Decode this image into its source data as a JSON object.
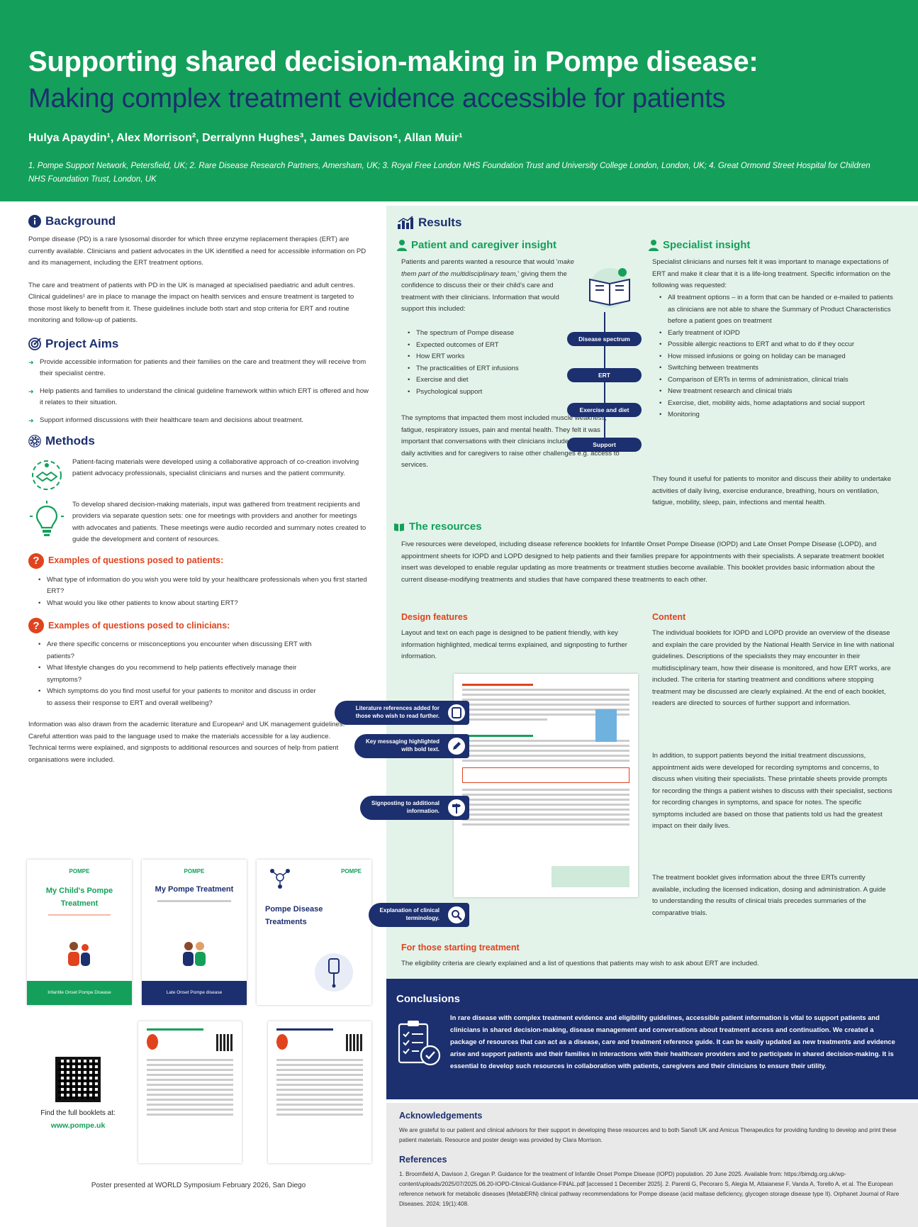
{
  "header": {
    "title_line1": "Supporting shared decision-making in Pompe disease:",
    "title_line2": "Making complex treatment evidence accessible for patients",
    "authors": "Hulya Apaydin¹, Alex Morrison², Derralynn Hughes³, James Davison⁴, Allan Muir¹",
    "affiliations": "1. Pompe Support Network, Petersfield, UK; 2. Rare Disease Research Partners, Amersham, UK; 3. Royal Free London NHS Foundation Trust and University College London, London, UK; 4. Great Ormond Street Hospital for Children NHS Foundation Trust, London, UK"
  },
  "background": {
    "title": "Background",
    "p1": "Pompe disease (PD) is a rare lysosomal disorder for which three enzyme replacement therapies (ERT) are currently available. Clinicians and patient advocates in the UK identified a need for accessible information on PD and its management, including the ERT treatment options.",
    "p2": "The care and treatment of patients with PD in the UK is managed at specialised paediatric and adult centres. Clinical guidelines¹ are in place to manage the impact on health services and ensure treatment is targeted to those most likely to benefit from it. These guidelines include both start and stop criteria for ERT and routine monitoring and follow-up of patients."
  },
  "aims": {
    "title": "Project Aims",
    "items": [
      "Provide accessible information for patients and their families on the care and treatment they will receive from their specialist centre.",
      "Help patients and families to understand the clinical guideline framework within which ERT is offered and how it relates to their situation.",
      "Support informed discussions with their healthcare team and decisions about treatment."
    ]
  },
  "methods": {
    "title": "Methods",
    "p1": "Patient-facing materials were developed using a collaborative approach of co-creation involving patient advocacy professionals, specialist clinicians and nurses and the patient community.",
    "p2": "To develop shared decision-making materials, input was gathered from treatment recipients and providers via separate question sets: one for meetings with providers and another for meetings with advocates and patients. These meetings were audio recorded and summary notes created to guide the development and content of resources."
  },
  "questions_patients": {
    "title": "Examples of questions posed to patients:",
    "items": [
      "What type of information do you wish you were told by your healthcare professionals when you first started ERT?",
      "What would you like other patients to know about starting ERT?"
    ]
  },
  "questions_clinicians": {
    "title": "Examples of questions posed to clinicians:",
    "items": [
      "Are there specific concerns or misconceptions you encounter when discussing ERT with patients?",
      "What lifestyle changes do you recommend to help patients effectively manage their symptoms?",
      "Which symptoms do you find most useful for your patients to monitor and discuss in order to assess their response to ERT and overall wellbeing?"
    ]
  },
  "info_drawn": "Information was also drawn from the academic literature and European² and UK management guidelines.¹ Careful attention was paid to the language used to make the materials accessible for a lay audience. Technical terms were explained, and signposts to additional resources and sources of help from patient organisations were included.",
  "booklets": {
    "b1_logo": "POMPE",
    "b1_title": "My Child's Pompe Treatment",
    "b1_band": "Infantile Onset Pompe Disease",
    "b2_logo": "POMPE",
    "b2_title": "My Pompe Treatment",
    "b2_band": "Late Onset Pompe disease",
    "b3_logo": "POMPE",
    "b3_title": "Pompe Disease Treatments"
  },
  "find": {
    "label": "Find the full booklets at:",
    "url": "www.pompe.uk"
  },
  "presented": "Poster presented at WORLD Symposium February 2026, San Diego",
  "results": {
    "title": "Results",
    "patient_title": "Patient and caregiver insight",
    "patient_p1_pre": "Patients and parents wanted a resource that would '",
    "patient_p1_em": "make them part of the multidisciplinary team,",
    "patient_p1_post": "' giving them the confidence to discuss their or their child's care and treatment with their clinicians. Information that would support this included:",
    "patient_items": [
      "The spectrum of Pompe disease",
      "Expected outcomes of ERT",
      "How ERT works",
      "The practicalities of ERT infusions",
      "Exercise and diet",
      "Psychological support"
    ],
    "patient_p2": "The symptoms that impacted them most included muscle weakness, fatigue, respiratory issues, pain and mental health. They felt it was important that conversations with their clinicians included impacts on their daily activities and for caregivers to raise other challenges e.g. access to services.",
    "pills": [
      "Disease spectrum",
      "ERT",
      "Exercise and diet",
      "Support"
    ],
    "specialist_title": "Specialist insight",
    "specialist_p1": "Specialist clinicians and nurses felt it was important to manage expectations of ERT and make it clear that it is a life-long treatment. Specific information on the following was requested:",
    "specialist_items": [
      "All treatment options – in a form that can be handed or e-mailed to patients as clinicians are not able to share the Summary of Product Characteristics before a patient goes on treatment",
      "Early treatment of IOPD",
      "Possible allergic reactions to ERT and what to do if they occur",
      "How missed infusions or going on holiday can be managed",
      "Switching between treatments",
      "Comparison of ERTs in terms of administration, clinical trials",
      "New treatment research and clinical trials",
      "Exercise, diet, mobility aids, home adaptations and social support",
      "Monitoring"
    ],
    "specialist_p2": "They found it useful for patients to monitor and discuss their ability to undertake activities of daily living, exercise endurance, breathing, hours on ventilation, fatigue, mobility, sleep, pain, infections and mental health."
  },
  "resources": {
    "title": "The resources",
    "p1": "Five resources were developed, including disease reference booklets for Infantile Onset Pompe Disease (IOPD) and Late Onset Pompe Disease (LOPD), and appointment sheets for IOPD and LOPD designed to help patients and their families prepare for appointments with their specialists. A separate treatment booklet insert was developed to enable regular updating as more treatments or treatment studies become available. This booklet provides basic information about the current disease-modifying treatments and studies that have compared these treatments to each other.",
    "design_title": "Design features",
    "design_text": "Layout and text on each page is designed to be patient friendly, with key information highlighted, medical terms explained, and signposting to further information.",
    "content_title": "Content",
    "content_p1": "The individual booklets for IOPD and LOPD provide an overview of the disease and explain the care provided by the National Health Service in line with national guidelines. Descriptions of the specialists they may encounter in their multidisciplinary team, how their disease is monitored, and how ERT works, are included. The criteria for starting treatment and conditions where stopping treatment may be discussed are clearly explained. At the end of each booklet, readers are directed to sources of further support and information.",
    "content_p2": "In addition, to support patients beyond the initial treatment discussions, appointment aids were developed for recording symptoms and concerns, to discuss when visiting their specialists. These printable sheets provide prompts for recording the things a patient wishes to discuss with their specialist, sections for recording changes in symptoms, and space for notes. The specific symptoms included are based on those that patients told us had the greatest impact on their daily lives.",
    "content_p3": "The treatment booklet gives information about the three ERTs currently available, including the licensed indication, dosing and administration. A guide to understanding the results of clinical trials precedes summaries of the comparative trials.",
    "callouts": [
      "Literature references added for those who wish to read further.",
      "Key messaging highlighted with bold text.",
      "Signposting to additional information.",
      "Explanation of clinical terminology."
    ],
    "starting_title": "For those starting treatment",
    "starting_text": "The eligibility criteria are clearly explained and a list of questions that patients may wish to ask about ERT are included."
  },
  "conclusions": {
    "title": "Conclusions",
    "text": "In rare disease with complex treatment evidence and eligibility guidelines, accessible patient information is vital to support patients and clinicians in shared decision-making, disease management and conversations about treatment access and continuation. We created a package of resources that can act as a disease, care and treatment reference guide. It can be easily updated as new treatments and evidence arise and support patients and their families in interactions with their healthcare providers and to participate in shared decision-making. It is essential to develop such resources in collaboration with patients, caregivers and their clinicians to ensure their utility."
  },
  "acknowledgements": {
    "title": "Acknowledgements",
    "text": "We are grateful to our patient and clinical advisors for their support in developing these resources and to both Sanofi UK and Amicus Therapeutics for providing funding to develop and print these patient materials. Resource and poster design was provided by Clara Morrison."
  },
  "references": {
    "title": "References",
    "text": "1. Broomfield A, Davison J, Gregan P. Guidance for the treatment of Infantile Onset Pompe Disease (IOPD) population. 20 June 2025. Available from: https://bimdg.org.uk/wp-content/uploads/2025/07/2025.06.20-IOPD-Clinical-Guidance-FINAL.pdf [accessed 1 December 2025]. 2. Parenti G, Pecoraro S, Alegia M, Attaianese F, Vanda A, Torello A, et al. The European reference network for metabolic diseases (MetabERN) clinical pathway recommendations for Pompe disease (acid maltase deficiency, glycogen storage disease type II). Orphanet Journal of Rare Diseases. 2024; 19(1):408."
  },
  "colors": {
    "green": "#14a05a",
    "navy": "#1c2f6e",
    "orange": "#e0431e",
    "light_green": "#e3f3ea"
  }
}
